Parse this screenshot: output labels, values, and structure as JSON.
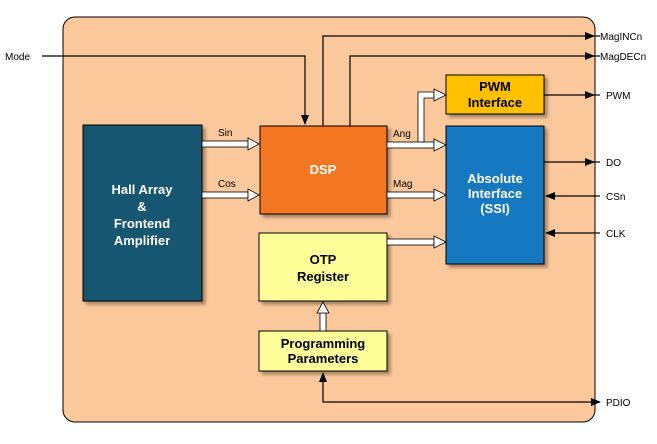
{
  "blocks": {
    "hall": [
      "Hall Array",
      "&",
      "Frontend",
      "Amplifier"
    ],
    "dsp": [
      "DSP"
    ],
    "pwm": [
      "PWM",
      "Interface"
    ],
    "ssi": [
      "Absolute",
      "Interface",
      "(SSI)"
    ],
    "otp": [
      "OTP",
      "Register"
    ],
    "prog": [
      "Programming",
      "Parameters"
    ]
  },
  "signals": {
    "sin": "Sin",
    "cos": "Cos",
    "ang": "Ang",
    "mag": "Mag"
  },
  "pins": {
    "mode": "Mode",
    "maginc": "MagINCn",
    "magdec": "MagDECn",
    "pwm": "PWM",
    "do": "DO",
    "csn": "CSn",
    "clk": "CLK",
    "pdio": "PDIO"
  },
  "colors": {
    "chip": "#fbc89b",
    "hall": "#145670",
    "dsp": "#f37623",
    "pwm": "#ffc000",
    "ssi": "#1478c0",
    "otp": "#ffff99",
    "prog": "#ffff99"
  }
}
